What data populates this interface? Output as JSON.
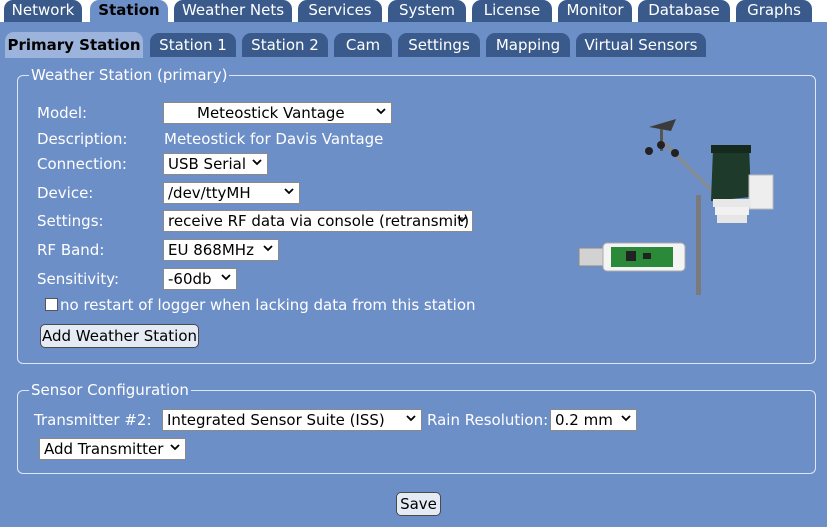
{
  "top_tabs": [
    {
      "label": "Network"
    },
    {
      "label": "Station"
    },
    {
      "label": "Weather Nets"
    },
    {
      "label": "Services"
    },
    {
      "label": "System"
    },
    {
      "label": "License"
    },
    {
      "label": "Monitor"
    },
    {
      "label": "Database"
    },
    {
      "label": "Graphs"
    }
  ],
  "active_top_tab": "Station",
  "sub_tabs": [
    {
      "label": "Primary Station"
    },
    {
      "label": "Station 1"
    },
    {
      "label": "Station 2"
    },
    {
      "label": "Cam"
    },
    {
      "label": "Settings"
    },
    {
      "label": "Mapping"
    },
    {
      "label": "Virtual Sensors"
    }
  ],
  "active_sub_tab": "Primary Station",
  "weather_station": {
    "legend": "Weather Station (primary)",
    "model_label": "Model:",
    "model_value": "Meteostick Vantage",
    "description_label": "Description:",
    "description_value": "Meteostick for Davis Vantage",
    "connection_label": "Connection:",
    "connection_value": "USB Serial",
    "device_label": "Device:",
    "device_value": "/dev/ttyMH",
    "settings_label": "Settings:",
    "settings_value": "receive RF data via console (retransmit)",
    "rfband_label": "RF Band:",
    "rfband_value": "EU 868MHz",
    "sensitivity_label": "Sensitivity:",
    "sensitivity_value": "-60db",
    "no_restart_label": "no restart of logger when lacking data from this station",
    "no_restart_checked": false,
    "add_station_button": "Add Weather Station"
  },
  "sensor_config": {
    "legend": "Sensor Configuration",
    "transmitter_label": "Transmitter #2:",
    "transmitter_value": "Integrated Sensor Suite (ISS)",
    "rain_label": "Rain Resolution:",
    "rain_value": "0.2 mm",
    "add_transmitter_value": "Add Transmitter"
  },
  "save_button": "Save",
  "colors": {
    "background": "#6d8fc8",
    "tab_inactive": "#395a8a",
    "tab_sub_active": "#9cb4dc"
  }
}
